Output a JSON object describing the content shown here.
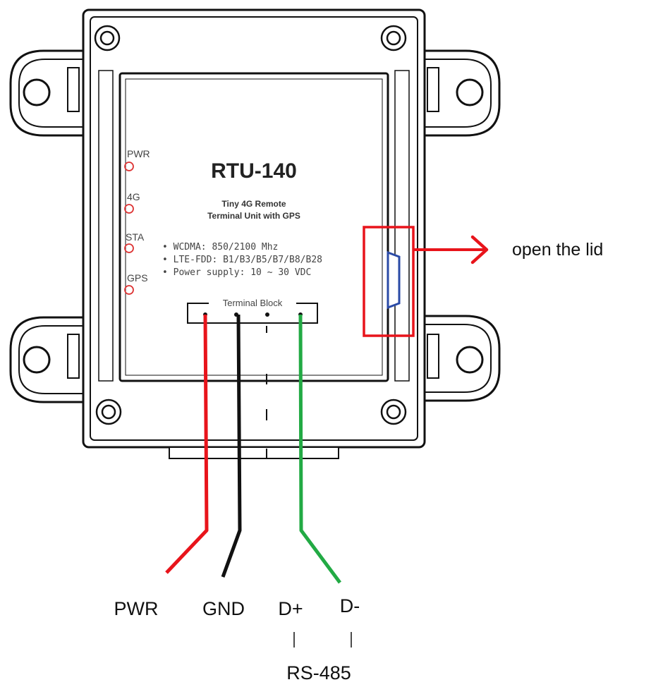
{
  "device": {
    "model": "RTU-140",
    "subtitle_line1": "Tiny 4G Remote",
    "subtitle_line2": "Terminal Unit with GPS",
    "specs": [
      "• WCDMA: 850/2100 Mhz",
      "• LTE-FDD: B1/B3/B5/B7/B8/B28",
      "• Power supply: 10 ~ 30 VDC"
    ],
    "leds": [
      "PWR",
      "4G",
      "STA",
      "GPS"
    ],
    "terminal_block_label": "Terminal Block"
  },
  "callout": {
    "text": "open the lid",
    "color": "#e8141b"
  },
  "wires": [
    {
      "label": "PWR",
      "color": "#e8141b"
    },
    {
      "label": "GND",
      "color": "#111111"
    },
    {
      "label": "D+",
      "color": "#22aa44"
    },
    {
      "label": "D-",
      "color": "#22aa44"
    }
  ],
  "bus_label": "RS-485"
}
